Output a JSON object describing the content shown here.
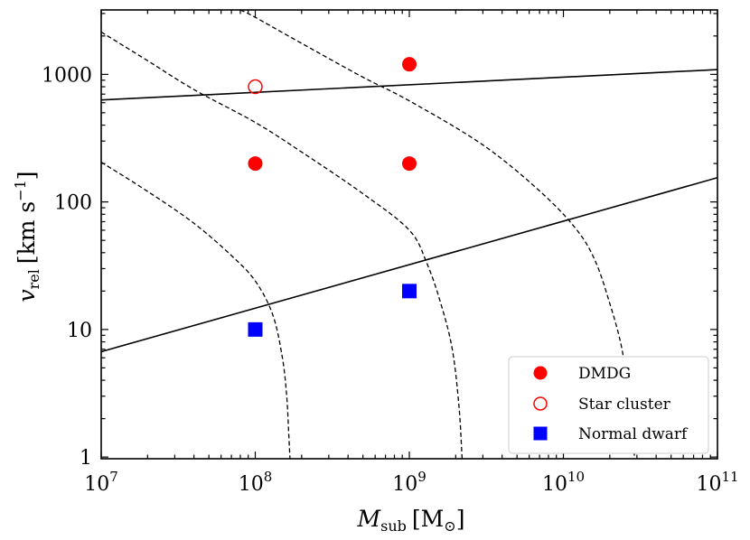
{
  "chart_data": {
    "type": "scatter",
    "x_scale": "log",
    "y_scale": "log",
    "xlim": [
      10000000,
      100000000000
    ],
    "ylim": [
      0.97,
      3200
    ],
    "x_ticks": [
      {
        "value": 10000000,
        "base": "10",
        "exp": "7"
      },
      {
        "value": 100000000,
        "base": "10",
        "exp": "8"
      },
      {
        "value": 1000000000,
        "base": "10",
        "exp": "9"
      },
      {
        "value": 10000000000,
        "base": "10",
        "exp": "10"
      },
      {
        "value": 100000000000,
        "base": "10",
        "exp": "11"
      }
    ],
    "y_ticks": [
      {
        "value": 1,
        "label": "1"
      },
      {
        "value": 10,
        "label": "10"
      },
      {
        "value": 100,
        "label": "100"
      },
      {
        "value": 1000,
        "label": "1000"
      }
    ],
    "xlabel": {
      "main": "M",
      "sub": "sub",
      "unit_open": "[M",
      "unit_sub": "⊙",
      "unit_close": "]"
    },
    "ylabel": {
      "main": "v",
      "sub": "rel",
      "unit": "[km s",
      "unit_sup": "−1",
      "unit_close": "]"
    },
    "grid": false,
    "legend_position": "lower-right",
    "series": [
      {
        "name": "DMDG",
        "marker": "filled-circle",
        "color": "#ff0000",
        "points": [
          {
            "x": 100000000,
            "y": 200
          },
          {
            "x": 1000000000,
            "y": 1200
          },
          {
            "x": 1000000000,
            "y": 200
          }
        ]
      },
      {
        "name": "Star cluster",
        "marker": "open-circle",
        "color": "#ff0000",
        "points": [
          {
            "x": 100000000,
            "y": 800
          }
        ]
      },
      {
        "name": "Normal dwarf",
        "marker": "filled-square",
        "color": "#0000ff",
        "points": [
          {
            "x": 100000000,
            "y": 10
          },
          {
            "x": 1000000000,
            "y": 20
          }
        ]
      }
    ],
    "solid_lines": [
      {
        "points": [
          {
            "x": 10000000,
            "y": 630
          },
          {
            "x": 100000000000,
            "y": 1090
          }
        ]
      },
      {
        "points": [
          {
            "x": 10000000,
            "y": 6.7
          },
          {
            "x": 100000000000,
            "y": 155
          }
        ]
      }
    ],
    "dashed_curves": [
      {
        "points": [
          [
            10000000,
            205
          ],
          [
            20000000,
            121
          ],
          [
            40000000,
            68
          ],
          [
            70000000,
            38
          ],
          [
            100000000,
            24
          ],
          [
            130000000,
            13
          ],
          [
            150000000,
            6
          ],
          [
            160000000,
            3
          ],
          [
            165000000,
            1.5
          ],
          [
            168000000,
            0.97
          ]
        ]
      },
      {
        "points": [
          [
            10000000,
            2150
          ],
          [
            20000000,
            1280
          ],
          [
            40000000,
            760
          ],
          [
            100000000,
            420
          ],
          [
            200000000,
            246
          ],
          [
            500000000,
            116
          ],
          [
            1000000000,
            60
          ],
          [
            1300000000,
            33
          ],
          [
            1600000000,
            16
          ],
          [
            1900000000,
            7
          ],
          [
            2100000000,
            2.5
          ],
          [
            2200000000,
            0.97
          ]
        ]
      },
      {
        "points": [
          [
            80000000,
            3200
          ],
          [
            100000000,
            2800
          ],
          [
            200000000,
            1750
          ],
          [
            500000000,
            950
          ],
          [
            1000000000,
            620
          ],
          [
            3000000000,
            280
          ],
          [
            7000000000,
            122
          ],
          [
            12000000000,
            62
          ],
          [
            16000000000,
            35
          ],
          [
            20000000000,
            16
          ],
          [
            24000000000,
            7
          ],
          [
            27000000000,
            2.5
          ],
          [
            29000000000,
            0.97
          ]
        ]
      }
    ]
  }
}
